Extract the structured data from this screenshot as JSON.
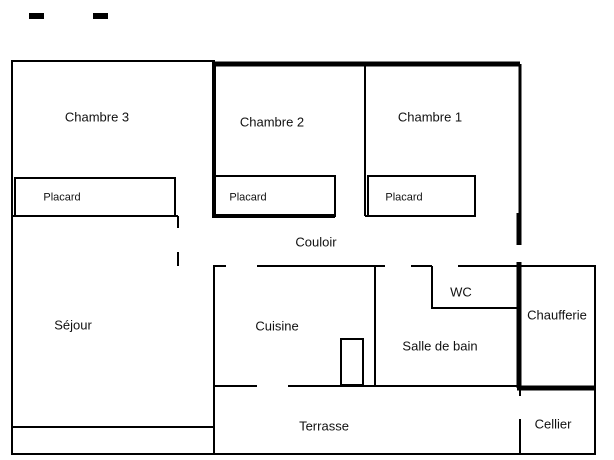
{
  "floorplan": {
    "type": "floor-plan",
    "colors": {
      "wall": "#000000",
      "background": "#ffffff",
      "text": "#111111"
    },
    "rooms": {
      "chambre3": {
        "label": "Chambre 3"
      },
      "chambre2": {
        "label": "Chambre 2"
      },
      "chambre1": {
        "label": "Chambre 1"
      },
      "placard3": {
        "label": "Placard"
      },
      "placard2": {
        "label": "Placard"
      },
      "placard1": {
        "label": "Placard"
      },
      "couloir": {
        "label": "Couloir"
      },
      "sejour": {
        "label": "Séjour"
      },
      "cuisine": {
        "label": "Cuisine"
      },
      "wc": {
        "label": "WC"
      },
      "salle_de_bain": {
        "label": "Salle de bain"
      },
      "chaufferie": {
        "label": "Chaufferie"
      },
      "cellier": {
        "label": "Cellier"
      },
      "terrasse": {
        "label": "Terrasse"
      }
    }
  }
}
